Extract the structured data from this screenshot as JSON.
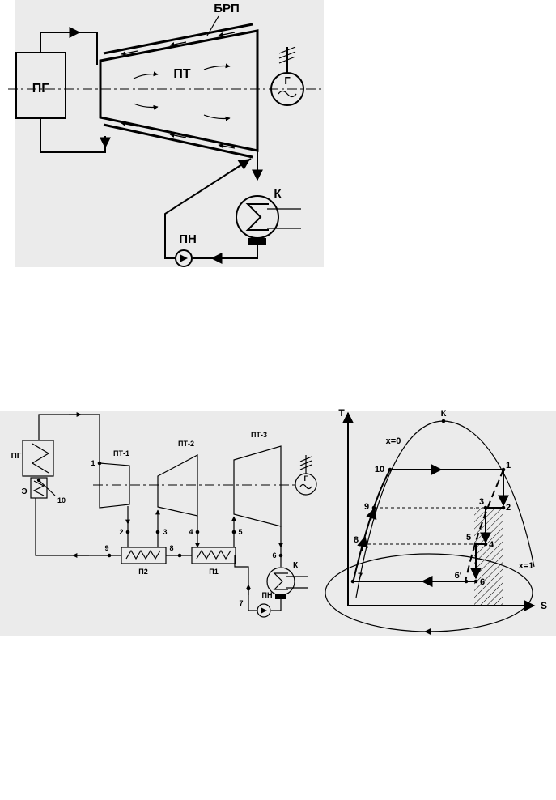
{
  "top_scheme": {
    "steam_generator": "ПГ",
    "turbine": "ПТ",
    "regeneration_block": "БРП",
    "generator": "Г",
    "condenser": "К",
    "pump": "ПН"
  },
  "bottom_scheme": {
    "steam_generator": "ПГ",
    "economizer": "Э",
    "turbines": [
      "ПТ-1",
      "ПТ-2",
      "ПТ-3"
    ],
    "heaters": [
      "П2",
      "П1"
    ],
    "generator": "Г",
    "condenser": "К",
    "pump": "ПН",
    "points": [
      "1",
      "2",
      "3",
      "4",
      "5",
      "6",
      "7",
      "8",
      "9",
      "10"
    ]
  },
  "ts_diagram": {
    "axis_t": "T",
    "axis_s": "S",
    "critical_point": "К",
    "x0": "x=0",
    "x1": "x=1",
    "points": [
      "10",
      "1",
      "9",
      "3",
      "2",
      "8",
      "5",
      "4",
      "7",
      "6′",
      "6"
    ]
  }
}
